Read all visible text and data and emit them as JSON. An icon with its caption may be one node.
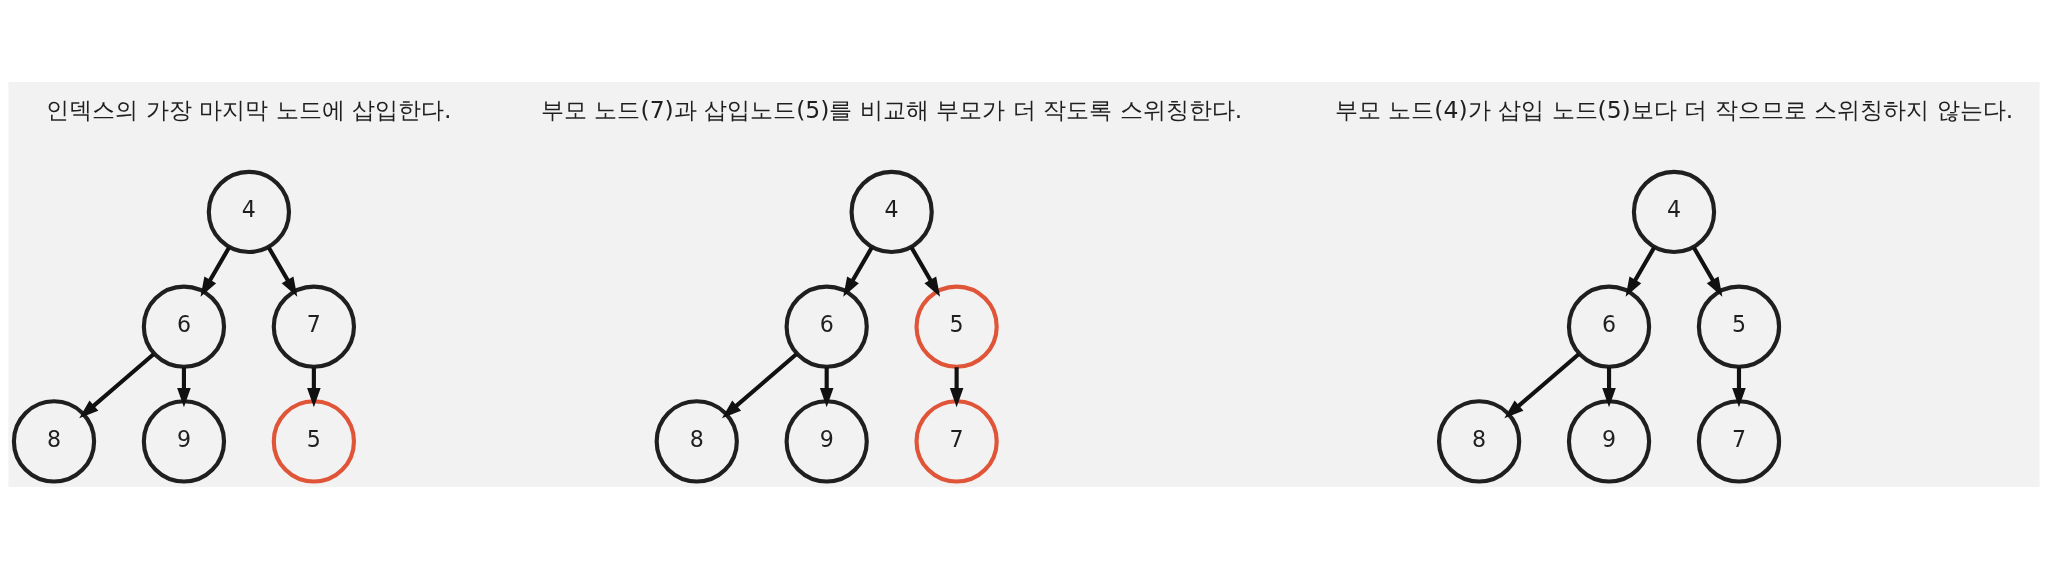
{
  "diagram": {
    "nodes": [
      {
        "text": [
          "4"
        ]
      },
      {
        "text": [
          "6"
        ]
      },
      {
        "text": [
          "7"
        ]
      },
      {
        "text": [
          "8"
        ]
      },
      {
        "text": [
          "9"
        ]
      },
      {
        "text": [
          "5"
        ]
      },
      {
        "text": [
          "4"
        ]
      },
      {
        "text": [
          "6"
        ]
      },
      {
        "text": [
          "5"
        ]
      },
      {
        "text": [
          "8"
        ]
      },
      {
        "text": [
          "9"
        ]
      },
      {
        "text": [
          "7"
        ]
      },
      {
        "text": [
          "4"
        ]
      },
      {
        "text": [
          "6"
        ]
      },
      {
        "text": [
          "5"
        ]
      },
      {
        "text": [
          "8"
        ]
      },
      {
        "text": [
          "9"
        ]
      },
      {
        "text": [
          "7"
        ]
      }
    ],
    "edges": [
      {
        "from": 0,
        "to": 1,
        "arrow": "to"
      },
      {
        "from": 0,
        "to": 2,
        "arrow": "to"
      },
      {
        "from": 1,
        "to": 3,
        "arrow": "to"
      },
      {
        "from": 1,
        "to": 4,
        "arrow": "to"
      },
      {
        "from": 2,
        "to": 5,
        "arrow": "to"
      },
      {
        "from": 6,
        "to": 7,
        "arrow": "to"
      },
      {
        "from": 6,
        "to": 8,
        "arrow": "to"
      },
      {
        "from": 7,
        "to": 9,
        "arrow": "to"
      },
      {
        "from": 7,
        "to": 10,
        "arrow": "to"
      },
      {
        "from": 8,
        "to": 11,
        "arrow": "to"
      },
      {
        "from": 12,
        "to": 13,
        "arrow": "to"
      },
      {
        "from": 12,
        "to": 14,
        "arrow": "to"
      },
      {
        "from": 13,
        "to": 15,
        "arrow": "to"
      },
      {
        "from": 13,
        "to": 16,
        "arrow": "to"
      },
      {
        "from": 14,
        "to": 17,
        "arrow": "to"
      }
    ],
    "labels": [
      "인덱스의 가장 마지막 노드에 삽입한다.",
      "부모 노드(7)과 삽입노드(5)를 비교해 부모가 더 작도록 스위칭한다.",
      "부모 노드(4)가 삽입 노드(5)보다 더 작으므로 스위칭하지 않는다."
    ]
  }
}
